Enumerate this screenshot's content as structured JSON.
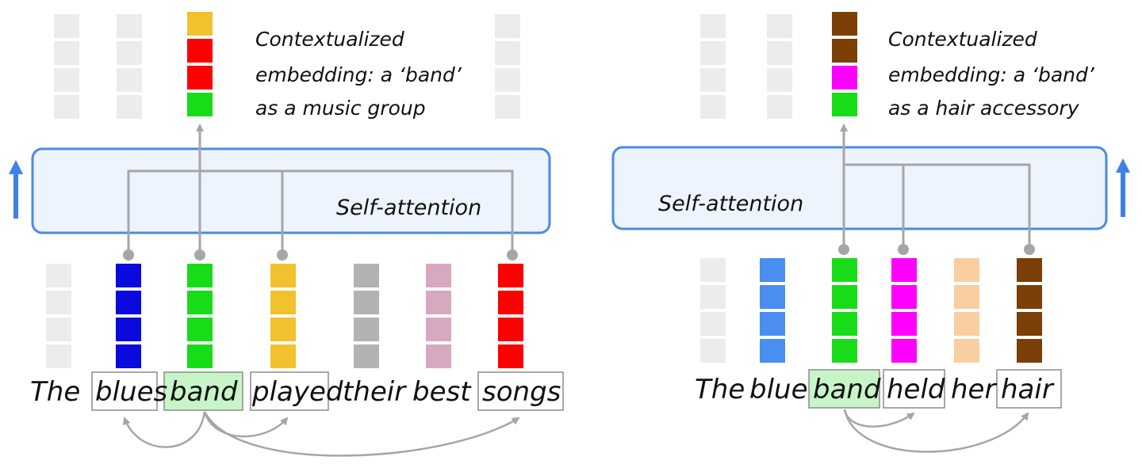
{
  "colors": {
    "blank": "#ececec",
    "blue_dark": "#0a0adf",
    "green": "#19dc19",
    "yellow": "#f2c12e",
    "gray": "#b2b2b2",
    "pink": "#d8a7c0",
    "red": "#ff0000",
    "blue_light": "#4a8ef0",
    "magenta": "#ff00ff",
    "peach": "#f9cfa1",
    "brown": "#7b3f07",
    "box_border": "#4a8ae6",
    "box_fill": "#eef4fd",
    "line": "#a6a6a6",
    "highlight": "#c7f5c7",
    "arrow_blue": "#3c82e8"
  },
  "left_panel": {
    "caption_line1": "Contextualized",
    "caption_line2": "embedding: a ‘band’",
    "caption_line3": "as a music group",
    "attention_label": "Self-attention",
    "output_cells": [
      "yellow",
      "red",
      "red",
      "green"
    ],
    "words": [
      {
        "text": "The",
        "boxed": false,
        "highlight": false,
        "color": "blank"
      },
      {
        "text": "blues",
        "boxed": true,
        "highlight": false,
        "color": "blue_dark"
      },
      {
        "text": "band",
        "boxed": true,
        "highlight": true,
        "color": "green"
      },
      {
        "text": "played",
        "boxed": true,
        "highlight": false,
        "color": "yellow"
      },
      {
        "text": "their",
        "boxed": false,
        "highlight": false,
        "color": "gray"
      },
      {
        "text": "best",
        "boxed": false,
        "highlight": false,
        "color": "pink"
      },
      {
        "text": "songs",
        "boxed": true,
        "highlight": false,
        "color": "red"
      }
    ]
  },
  "right_panel": {
    "caption_line1": "Contextualized",
    "caption_line2": "embedding: a ‘band’",
    "caption_line3": "as a hair accessory",
    "attention_label": "Self-attention",
    "output_cells": [
      "brown",
      "brown",
      "magenta",
      "green"
    ],
    "words": [
      {
        "text": "The",
        "boxed": false,
        "highlight": false,
        "color": "blank"
      },
      {
        "text": "blue",
        "boxed": false,
        "highlight": false,
        "color": "blue_light"
      },
      {
        "text": "band",
        "boxed": true,
        "highlight": true,
        "color": "green"
      },
      {
        "text": "held",
        "boxed": true,
        "highlight": false,
        "color": "magenta"
      },
      {
        "text": "her",
        "boxed": false,
        "highlight": false,
        "color": "peach"
      },
      {
        "text": "hair",
        "boxed": true,
        "highlight": false,
        "color": "brown"
      }
    ]
  }
}
